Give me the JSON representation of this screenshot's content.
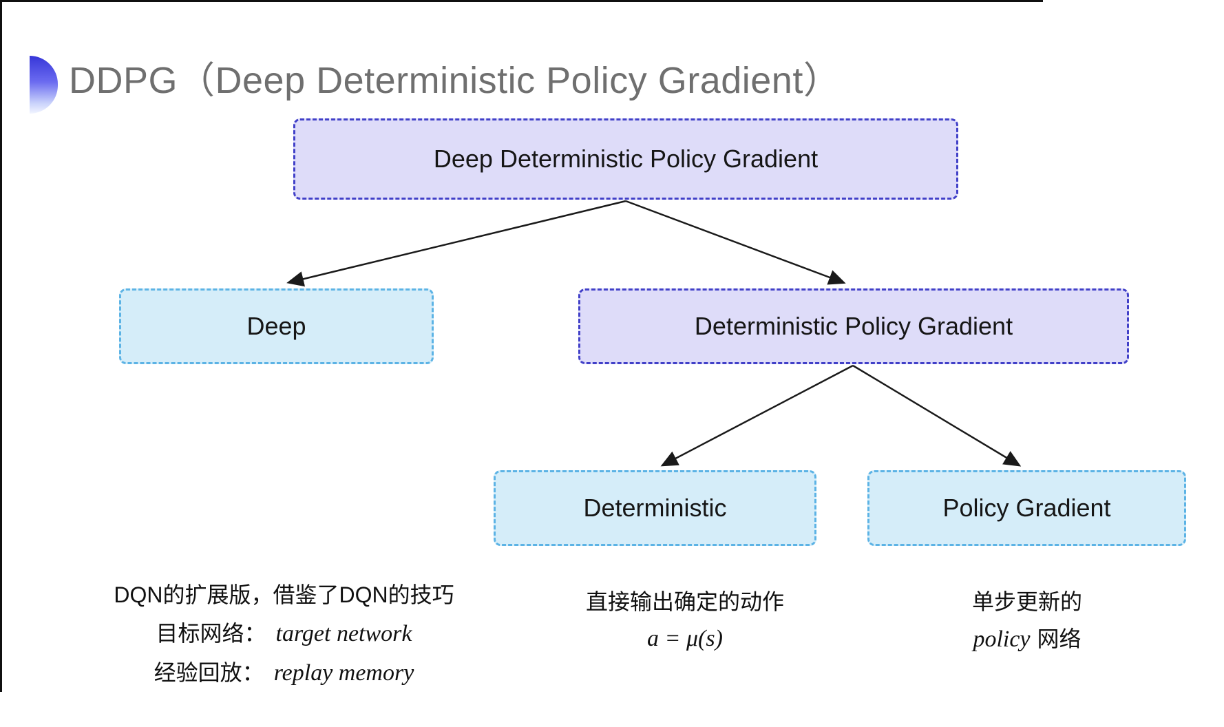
{
  "title": "DDPG（Deep Deterministic Policy Gradient）",
  "nodes": {
    "root": {
      "label": "Deep Deterministic Policy Gradient"
    },
    "deep": {
      "label": "Deep"
    },
    "dpg": {
      "label": "Deterministic Policy Gradient"
    },
    "deterministic": {
      "label": "Deterministic"
    },
    "policy_gradient": {
      "label": "Policy Gradient"
    }
  },
  "notes": {
    "deep": {
      "line1": "DQN的扩展版，借鉴了DQN的技巧",
      "line2_label": "目标网络：",
      "line2_value": "target network",
      "line3_label": "经验回放：",
      "line3_value": "replay memory"
    },
    "deterministic": {
      "line1": "直接输出确定的动作",
      "formula": "a = μ(s)"
    },
    "policy_gradient": {
      "line1": "单步更新的",
      "line2_italic": "policy",
      "line2_rest": "网络"
    }
  },
  "colors": {
    "purple_fill": "#dedcf9",
    "purple_border": "#4140c8",
    "cyan_fill": "#d5edf9",
    "cyan_border": "#5cb3e5",
    "title_gray": "#6f6f6f",
    "icon_top": "#3636d8",
    "arrow": "#1a1a1a"
  }
}
